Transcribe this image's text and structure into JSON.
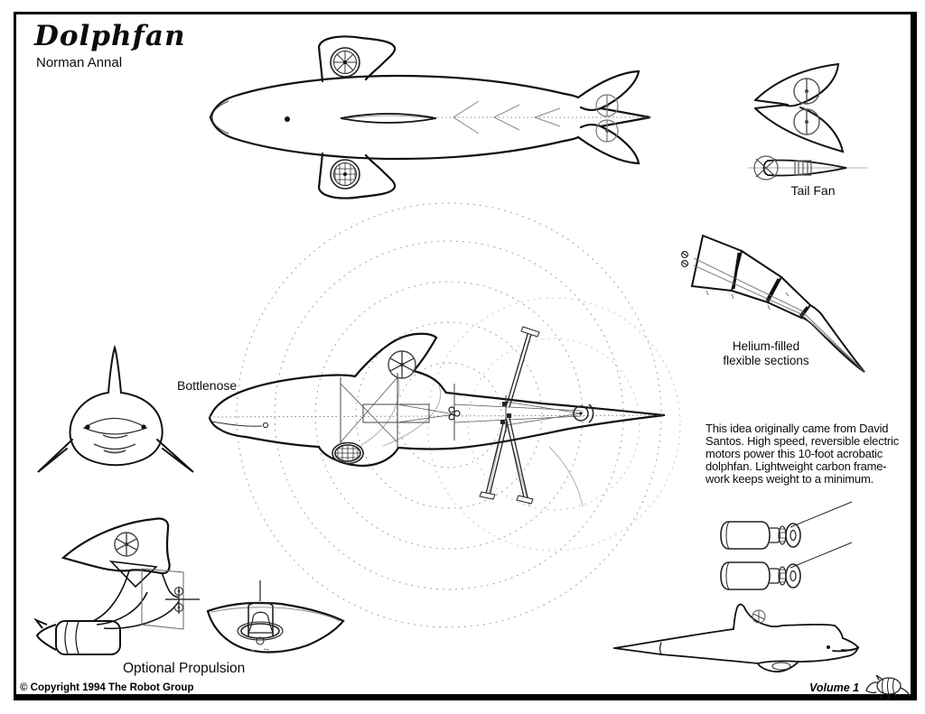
{
  "header": {
    "title": "Dolphfan",
    "author": "Norman Annal"
  },
  "labels": {
    "tail_fan": "Tail Fan",
    "helium_line1": "Helium-filled",
    "helium_line2": "flexible sections",
    "bottlenose": "Bottlenose",
    "optional_propulsion": "Optional Propulsion"
  },
  "description": {
    "lines": [
      "This idea originally came from David",
      "Santos. High speed, reversible electric",
      "motors power this 10-foot acrobatic",
      "dolphfan. Lightweight carbon frame-",
      "work keeps weight to a minimum."
    ]
  },
  "footer": {
    "copyright": "© Copyright 1994 The Robot Group",
    "volume": "Volume 1"
  },
  "figures": {
    "logo_icon": "armadillo-mascot"
  },
  "colors": {
    "ink": "#111111",
    "paper": "#ffffff",
    "faint_line": "#999999"
  }
}
